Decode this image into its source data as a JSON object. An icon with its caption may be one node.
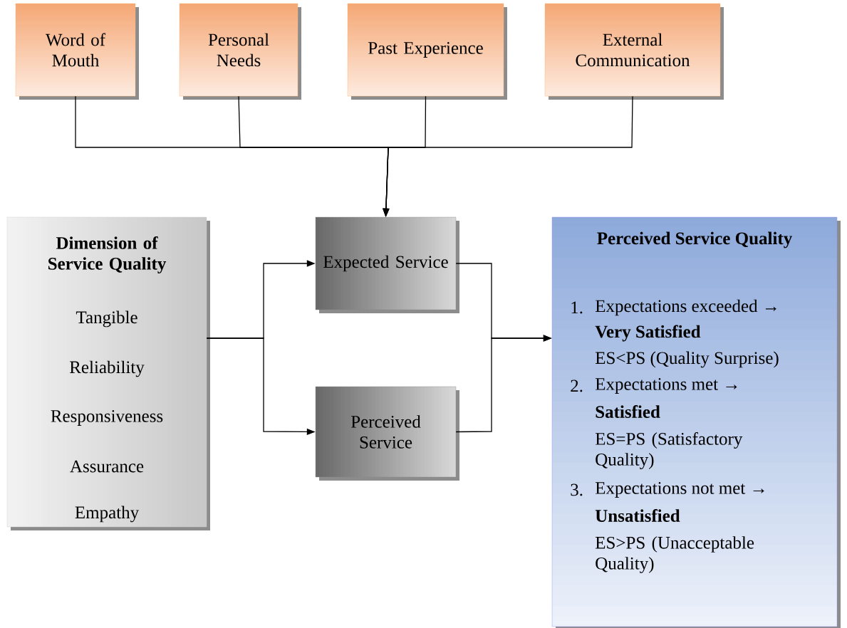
{
  "diagram": {
    "nodes": [
      {
        "text": [
          "Word of Mouth"
        ]
      },
      {
        "text": [
          "Personal Needs"
        ]
      },
      {
        "text": [
          "Past Experience"
        ]
      },
      {
        "text": [
          "External Communication"
        ]
      },
      {
        "text": [
          "Dimension of Service Quality",
          "Tangible",
          "Reliability",
          "Responsiveness",
          "Assurance",
          "Empathy"
        ]
      },
      {
        "text": [
          "Expected Service"
        ]
      },
      {
        "text": [
          "Perceived Service"
        ]
      },
      {
        "text": [
          "Perceived Service Quality",
          "1.",
          "Expectations exceeded →",
          "Very Satisfied",
          "ES<PS (Quality Surprise)",
          "2.",
          "Expectations met →",
          "Satisfied",
          "ES=PS (Satisfactory Quality)",
          "3.",
          "Expectations not met →",
          "Unsatisfied",
          "ES>PS (Unacceptable Quality)"
        ]
      }
    ],
    "edges": [
      {
        "from": 0,
        "to": 5,
        "arrow": "to"
      },
      {
        "from": 1,
        "to": 5,
        "arrow": "to"
      },
      {
        "from": 2,
        "to": 5,
        "arrow": "to"
      },
      {
        "from": 3,
        "to": 5,
        "arrow": "to"
      },
      {
        "from": 4,
        "to": 5,
        "arrow": "to"
      },
      {
        "from": 4,
        "to": 6,
        "arrow": "to"
      },
      {
        "from": 5,
        "to": 7,
        "arrow": "to"
      },
      {
        "from": 6,
        "to": 7,
        "arrow": "to"
      }
    ]
  }
}
